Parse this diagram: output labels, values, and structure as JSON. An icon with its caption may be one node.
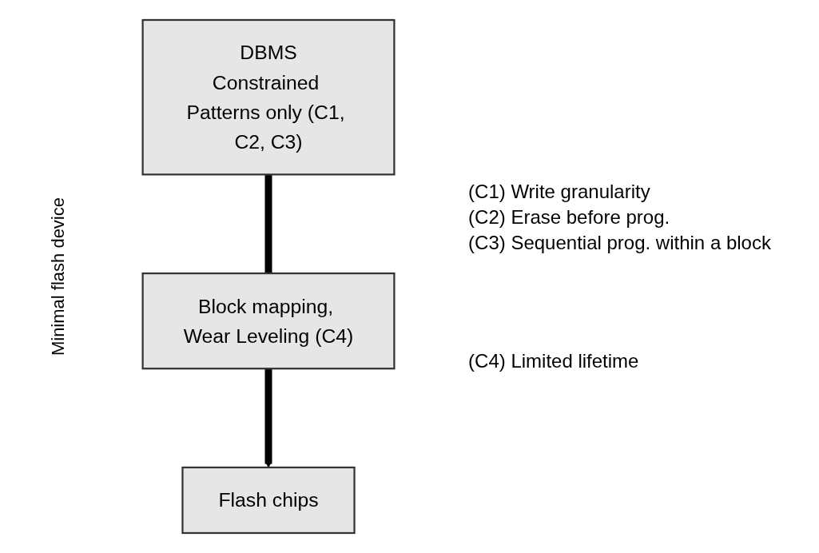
{
  "diagram": {
    "nodes": [
      {
        "text": [
          "DBMS",
          "Constrained Patterns only (C1, C2, C3)"
        ],
        "beside": [
          "(C1) Write granularity",
          "(C2) Erase before prog.",
          "(C3) Sequential prog. within a block"
        ]
      },
      {
        "text": [
          "Block mapping, Wear Leveling (C4)"
        ],
        "beside": [
          "(C4) Limited lifetime"
        ]
      },
      {
        "text": [
          "Flash chips"
        ]
      }
    ],
    "edges": [
      {
        "from": 0,
        "to": 1,
        "arrow": "none"
      },
      {
        "from": 1,
        "to": 2,
        "arrow": "to"
      }
    ],
    "labels": [
      "Minimal flash device"
    ]
  }
}
